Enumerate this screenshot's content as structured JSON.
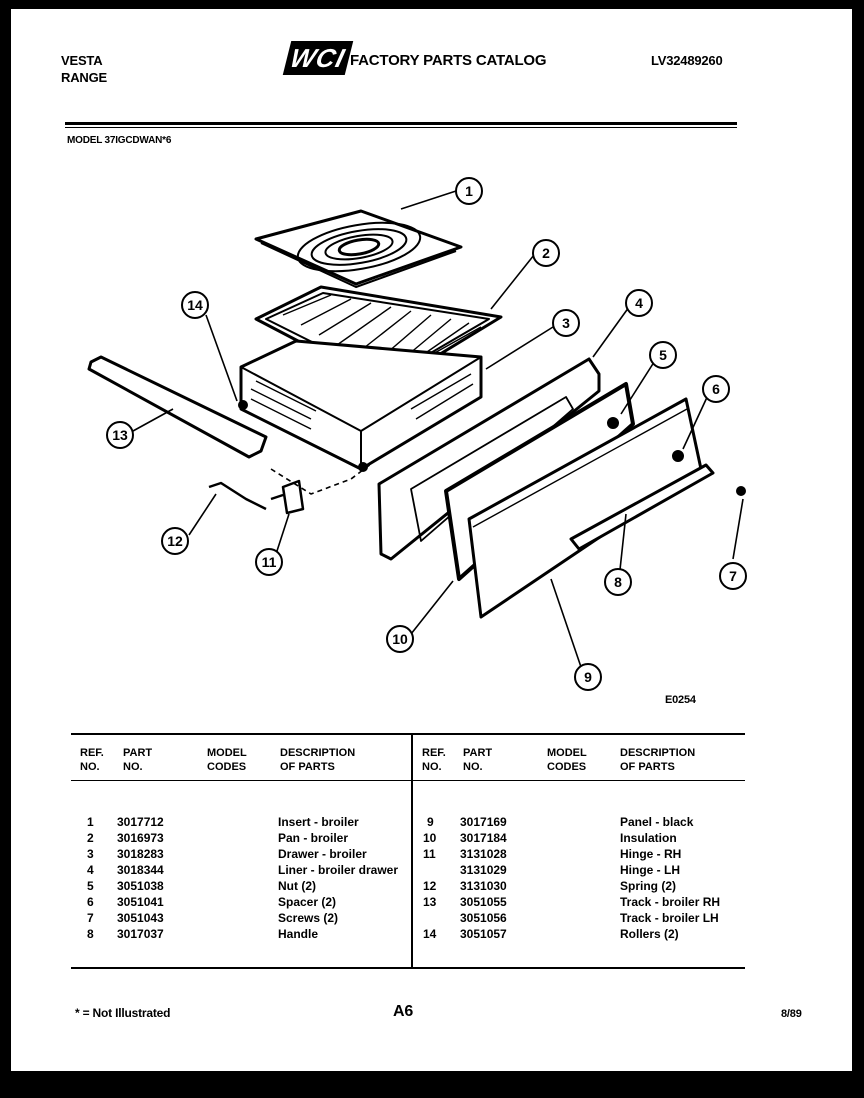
{
  "header": {
    "brand_line1": "VESTA",
    "brand_line2": "RANGE",
    "logo_text": "WCI",
    "catalog_title": "FACTORY PARTS CATALOG",
    "catalog_number": "LV32489260",
    "model": "MODEL 37IGCDWAN*6"
  },
  "diagram": {
    "figure_code": "E0254",
    "callouts": [
      "1",
      "2",
      "3",
      "4",
      "5",
      "6",
      "7",
      "8",
      "9",
      "10",
      "11",
      "12",
      "13",
      "14"
    ]
  },
  "table": {
    "headers": {
      "ref_no_line1": "REF.",
      "ref_no_line2": "NO.",
      "part_no_line1": "PART",
      "part_no_line2": "NO.",
      "model_codes_line1": "MODEL",
      "model_codes_line2": "CODES",
      "description_line1": "DESCRIPTION",
      "description_line2": "OF PARTS"
    },
    "left_rows": [
      {
        "ref": "1",
        "part": "3017712",
        "codes": "",
        "desc": "Insert - broiler"
      },
      {
        "ref": "2",
        "part": "3016973",
        "codes": "",
        "desc": "Pan - broiler"
      },
      {
        "ref": "3",
        "part": "3018283",
        "codes": "",
        "desc": "Drawer - broiler"
      },
      {
        "ref": "4",
        "part": "3018344",
        "codes": "",
        "desc": "Liner - broiler drawer"
      },
      {
        "ref": "5",
        "part": "3051038",
        "codes": "",
        "desc": "Nut (2)"
      },
      {
        "ref": "6",
        "part": "3051041",
        "codes": "",
        "desc": "Spacer (2)"
      },
      {
        "ref": "7",
        "part": "3051043",
        "codes": "",
        "desc": "Screws (2)"
      },
      {
        "ref": "8",
        "part": "3017037",
        "codes": "",
        "desc": "Handle"
      }
    ],
    "right_rows": [
      {
        "ref": "9",
        "part": "3017169",
        "codes": "",
        "desc": "Panel - black"
      },
      {
        "ref": "10",
        "part": "3017184",
        "codes": "",
        "desc": "Insulation"
      },
      {
        "ref": "11",
        "part": "3131028",
        "codes": "",
        "desc": "Hinge - RH"
      },
      {
        "ref": "",
        "part": "3131029",
        "codes": "",
        "desc": "Hinge - LH"
      },
      {
        "ref": "12",
        "part": "3131030",
        "codes": "",
        "desc": "Spring (2)"
      },
      {
        "ref": "13",
        "part": "3051055",
        "codes": "",
        "desc": "Track - broiler RH"
      },
      {
        "ref": "",
        "part": "3051056",
        "codes": "",
        "desc": "Track - broiler LH"
      },
      {
        "ref": "14",
        "part": "3051057",
        "codes": "",
        "desc": "Rollers (2)"
      }
    ]
  },
  "footer": {
    "note": "* = Not Illustrated",
    "page": "A6",
    "date": "8/89"
  }
}
